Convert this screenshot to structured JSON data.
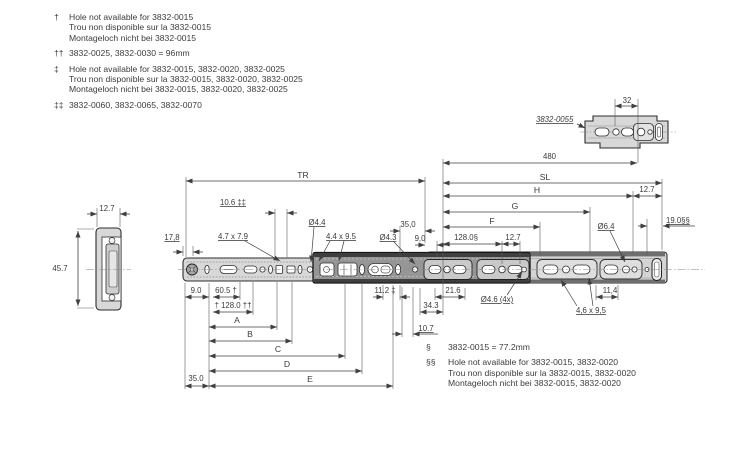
{
  "notes_top": [
    {
      "symbol": "†",
      "lines": [
        "Hole not available for 3832-0015",
        "Trou non disponible sur la 3832-0015",
        "Montageloch nicht bei 3832-0015"
      ]
    },
    {
      "symbol": "††",
      "lines": [
        "3832-0025, 3832-0030 = 96mm"
      ]
    },
    {
      "symbol": "‡",
      "lines": [
        "Hole not available for 3832-0015, 3832-0020, 3832-0025",
        "Trou non disponible sur la 3832-0015, 3832-0020, 3832-0025",
        "Montageloch nicht bei 3832-0015, 3832-0020, 3832-0025"
      ]
    },
    {
      "symbol": "‡‡",
      "lines": [
        "3832-0060, 3832-0065, 3832-0070"
      ]
    }
  ],
  "notes_bottom": [
    {
      "symbol": "§",
      "lines": [
        "3832-0015 = 77.2mm"
      ]
    },
    {
      "symbol": "§§",
      "lines": [
        "Hole not available for 3832-0015, 3832-0020",
        "Trou non disponible sur la 3832-0015, 3832-0020",
        "Montageloch nicht bei 3832-0015, 3832-0020"
      ]
    }
  ],
  "detail_view": {
    "part_label": "3832-0055",
    "dim_32": "32",
    "dim_480": "480",
    "dim_sl": "SL"
  },
  "cross_section": {
    "dim_width": "12.7",
    "dim_height": "45.7"
  },
  "dims": {
    "tr": "TR",
    "sl": "SL",
    "h": "H",
    "g": "G",
    "f": "F",
    "d127_right": "12.7",
    "d19": "19.0§§",
    "d64": "Ø6.4",
    "d35_top": "35,0",
    "d9_top": "9,0",
    "d43": "Ø4.3",
    "d128": "128.0§",
    "d127_mid": "12.7",
    "d106": "10.6 ‡‡",
    "d44": "Ø4.4",
    "d4779": "4.7 x 7.9",
    "d4495": "4.4 x 9.5",
    "d178": "17,8",
    "d9_bot": "9.0",
    "d605": "60.5 †",
    "d1280": "† 128.0 ††",
    "a": "A",
    "b": "B",
    "c": "C",
    "d": "D",
    "e": "E",
    "d35_bot": "35.0",
    "d112": "11.2 ‡",
    "d216": "21.6",
    "d343": "34.3",
    "d107": "10.7",
    "d46": "Ø4.6 (4x)",
    "d4695": "4,6 x 9,5",
    "d114": "11,4"
  },
  "colors": {
    "line": "#3a3a3a",
    "rail_fill": "#d8d8d8",
    "rail_dark": "#969696",
    "background": "#ffffff"
  }
}
